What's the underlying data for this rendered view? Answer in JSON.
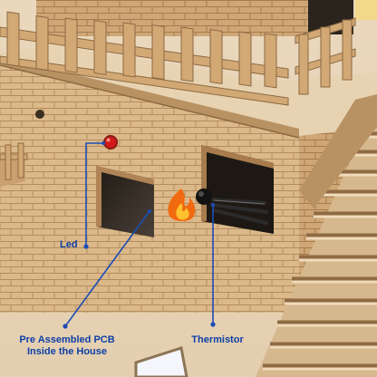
{
  "annotations": {
    "led": "Led",
    "pcb_line1": "Pre Assembled PCB",
    "pcb_line2": "Inside the House",
    "thermistor": "Thermistor"
  },
  "icons": {
    "fire": "fire-icon",
    "led": "led-icon",
    "thermistor": "thermistor-sensor-icon"
  },
  "colors": {
    "annotation": "#0d3fa6",
    "led": "#d21a1a",
    "flame_outer": "#f26a0f",
    "flame_inner": "#ffc12e"
  }
}
